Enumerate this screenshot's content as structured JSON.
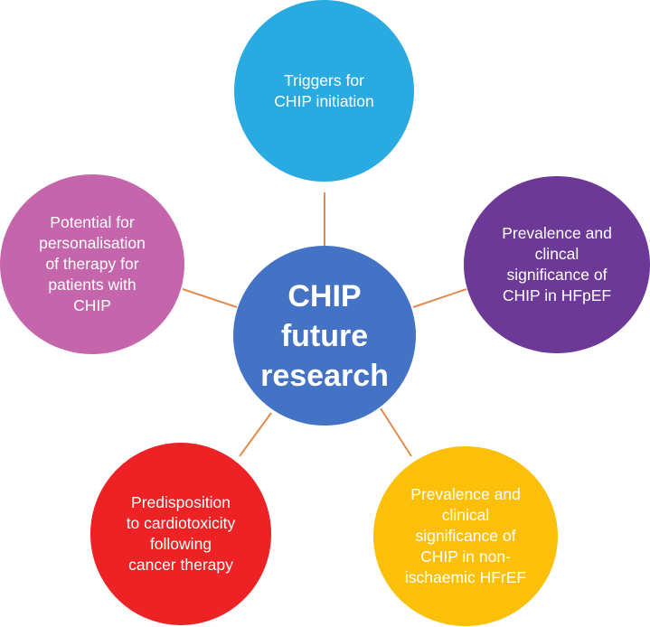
{
  "center": {
    "label": "CHIP\nfuture\nresearch",
    "color": "#4472c4"
  },
  "nodes": [
    {
      "id": "triggers",
      "label": "Triggers for\nCHIP initiation",
      "color": "#29abe2"
    },
    {
      "id": "hfpef",
      "label": "Prevalence and\nclincal\nsignificance of\nCHIP in HFpEF",
      "color": "#6d3996"
    },
    {
      "id": "hfref",
      "label": "Prevalence and\nclinical\nsignificance of\nCHIP in non-\nischaemic HFrEF",
      "color": "#fcc00a"
    },
    {
      "id": "cardiotoxicity",
      "label": "Predisposition\nto cardiotoxicity\nfollowing\ncancer therapy",
      "color": "#ed2224"
    },
    {
      "id": "personalisation",
      "label": "Potential for\npersonalisation\nof therapy for\npatients with\nCHIP",
      "color": "#c566ad"
    }
  ],
  "connector_color": "#e38b4c"
}
